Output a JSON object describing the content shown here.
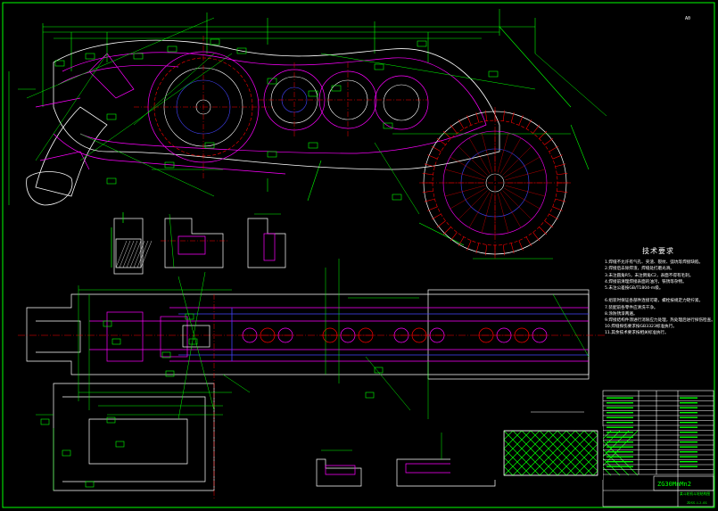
{
  "drawing": {
    "sheet_number_mark": "A0",
    "material": "ZG30MnMn2",
    "title_block_title": "某斗轮机斗轮结构图",
    "drawing_number": "ZDSS-LJ-01",
    "notes_title": "技术要求",
    "notes": [
      "1.焊缝不允许有气孔、夹渣、裂纹、弧坑等焊接缺陷。",
      "2.焊接后去除焊渣，焊缝处打磨光滑。",
      "3.未注圆角R5，未注倒角C2，表面不得有毛刺。",
      "4.焊接前清理焊接表面的油污，铁锈等杂物。",
      "5.未注公差按GB/T1804-m级。",
      "",
      "6.组装时保证各部件连接可靠，螺栓按规定力矩拧紧。",
      "7.装配前各零件应清洗干净。",
      "8.涂防锈漆两遍。",
      "9.焊接结构件须进行消除应力处理，热处理后进行探伤检查。",
      "10.焊缝探伤要求按GB3323标准执行。",
      "11.其余技术要求按相关标准执行。"
    ]
  },
  "colors": {
    "background": "#000000",
    "outline": "#ffffff",
    "dimension": "#00ff00",
    "centerline": "#ff0000",
    "hidden": "#ff00ff",
    "blue": "#4444ff",
    "frame": "#00ff00"
  }
}
